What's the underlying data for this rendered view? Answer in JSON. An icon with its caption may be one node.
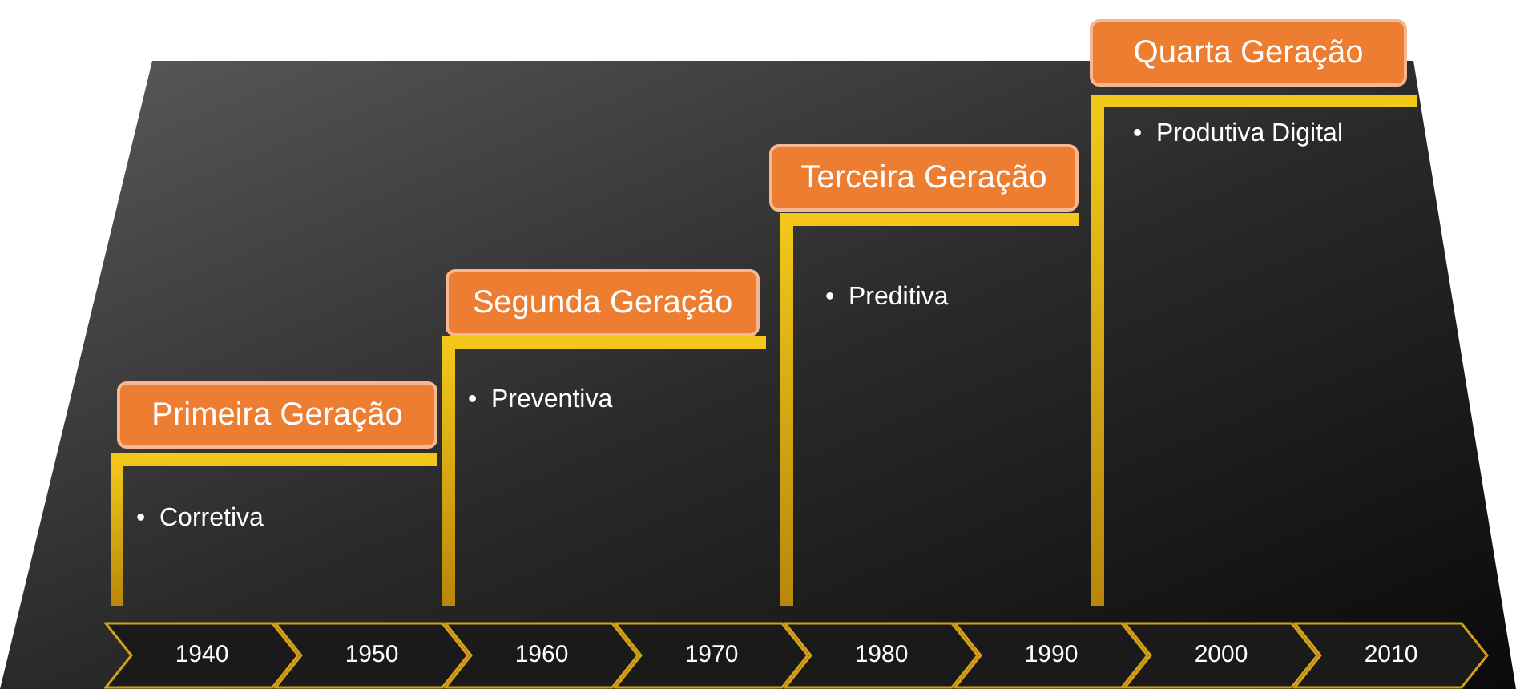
{
  "diagram": {
    "nodes": [
      {
        "text": [
          "Primeira Geração"
        ],
        "beside": [
          "•  Corretiva"
        ]
      },
      {
        "text": [
          "Segunda Geração"
        ],
        "beside": [
          "•  Preventiva"
        ]
      },
      {
        "text": [
          "Terceira Geração"
        ],
        "beside": [
          "•  Preditiva"
        ]
      },
      {
        "text": [
          "Quarta Geração"
        ],
        "beside": [
          "•  Produtiva Digital"
        ]
      },
      {
        "text": [
          "1940"
        ]
      },
      {
        "text": [
          "1950"
        ]
      },
      {
        "text": [
          "1960"
        ]
      },
      {
        "text": [
          "1970"
        ]
      },
      {
        "text": [
          "1980"
        ]
      },
      {
        "text": [
          "1990"
        ]
      },
      {
        "text": [
          "2000"
        ]
      },
      {
        "text": [
          "2010"
        ]
      }
    ]
  }
}
